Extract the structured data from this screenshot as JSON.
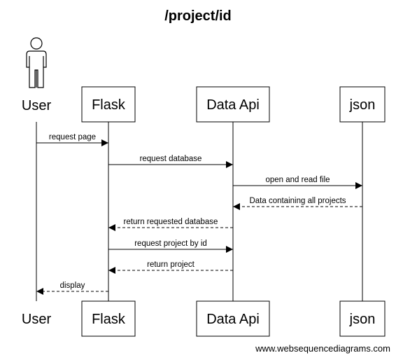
{
  "title": "/project/id",
  "participants": [
    {
      "id": "user",
      "label": "User",
      "kind": "actor"
    },
    {
      "id": "flask",
      "label": "Flask",
      "kind": "box"
    },
    {
      "id": "dataapi",
      "label": "Data Api",
      "kind": "box"
    },
    {
      "id": "json",
      "label": "json",
      "kind": "box"
    }
  ],
  "messages": [
    {
      "from": "user",
      "to": "flask",
      "label": "request page",
      "style": "solid"
    },
    {
      "from": "flask",
      "to": "dataapi",
      "label": "request database",
      "style": "solid"
    },
    {
      "from": "dataapi",
      "to": "json",
      "label": "open and read file",
      "style": "solid"
    },
    {
      "from": "json",
      "to": "dataapi",
      "label": "Data containing all projects",
      "style": "dashed"
    },
    {
      "from": "dataapi",
      "to": "flask",
      "label": "return requested database",
      "style": "dashed"
    },
    {
      "from": "flask",
      "to": "dataapi",
      "label": "request project by id",
      "style": "solid"
    },
    {
      "from": "dataapi",
      "to": "flask",
      "label": "return project",
      "style": "dashed"
    },
    {
      "from": "flask",
      "to": "user",
      "label": "display",
      "style": "dashed"
    }
  ],
  "footer": "www.websequencediagrams.com"
}
